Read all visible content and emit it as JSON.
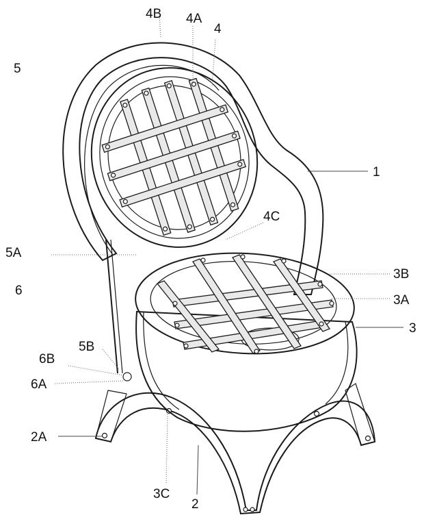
{
  "figure": {
    "labels": {
      "l4B": "4B",
      "l4A": "4A",
      "l4": "4",
      "l5": "5",
      "l1": "1",
      "l4C": "4C",
      "l5A": "5A",
      "l3B": "3B",
      "l6": "6",
      "l3A": "3A",
      "l3": "3",
      "l5B": "5B",
      "l6B": "6B",
      "l6A": "6A",
      "l2A": "2A",
      "l3C": "3C",
      "l2": "2"
    }
  }
}
